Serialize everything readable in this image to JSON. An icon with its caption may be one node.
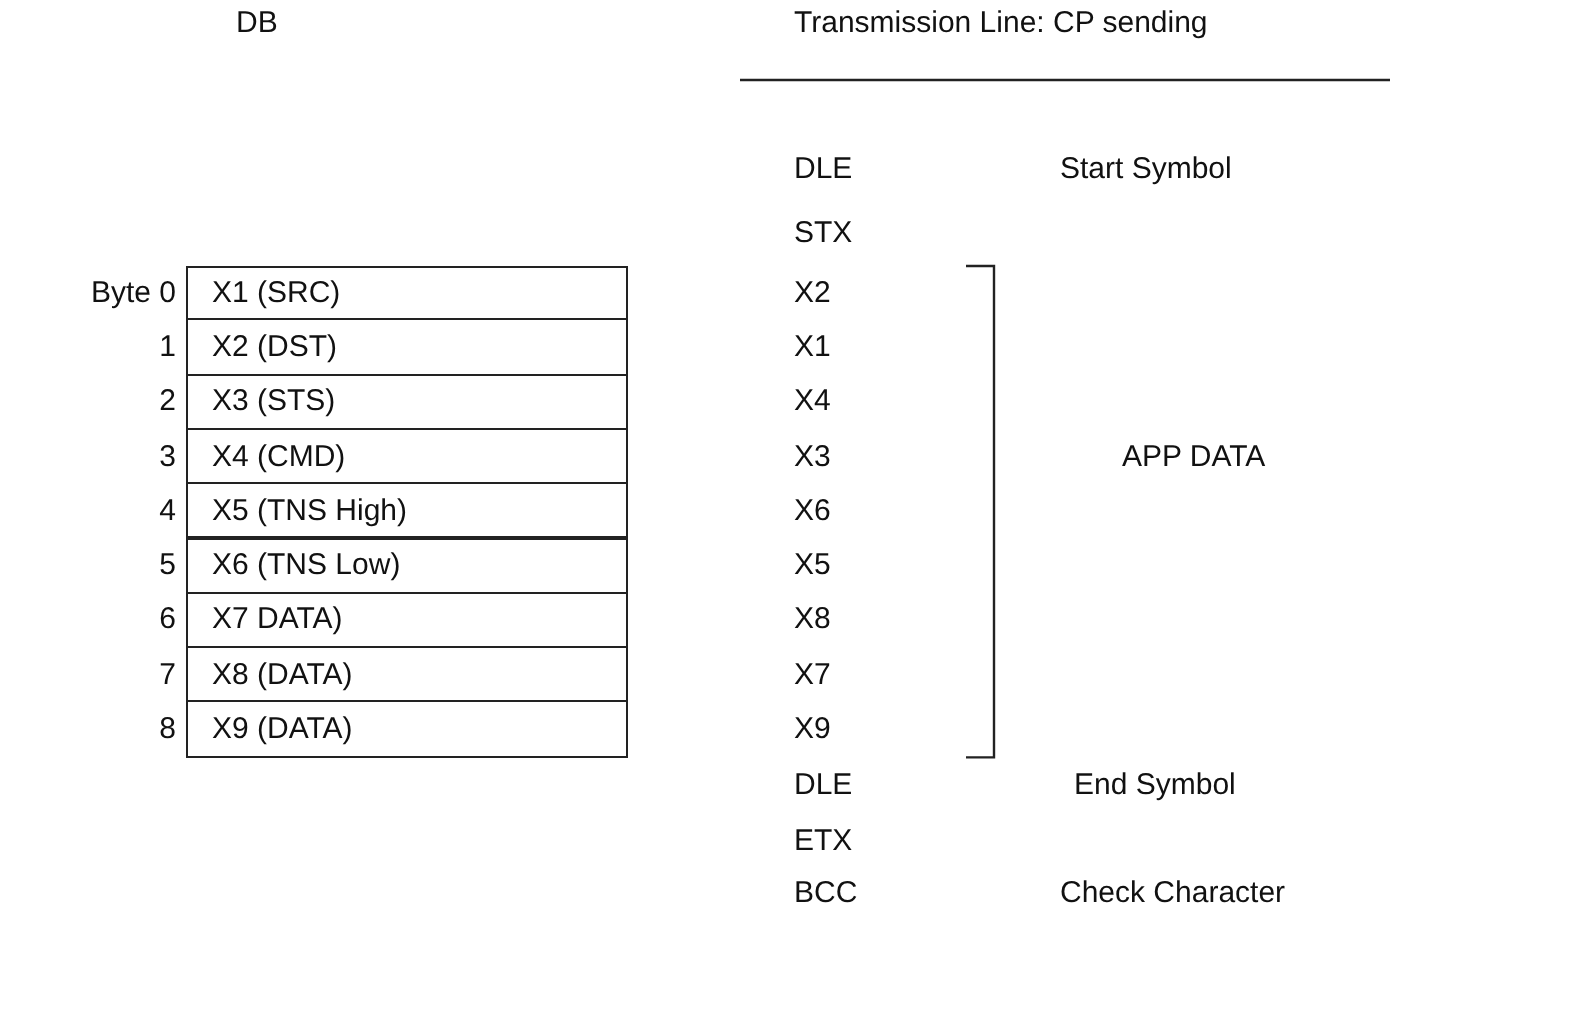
{
  "diagram": {
    "labels": [
      "DB",
      "Transmission Line: CP sending",
      "DLE",
      "Start Symbol",
      "STX",
      "Byte 0",
      "X1 (SRC)",
      "X2",
      "1",
      "X2 (DST)",
      "X1",
      "2",
      "X3 (STS)",
      "X4",
      "3",
      "X4 (CMD)",
      "X3",
      "APP DATA",
      "4",
      "X5 (TNS High)",
      "X6",
      "5",
      "X6 (TNS Low)",
      "X5",
      "6",
      "X7 DATA)",
      "X8",
      "7",
      "X8 (DATA)",
      "X7",
      "8",
      "X9 (DATA)",
      "X9",
      "DLE",
      "End Symbol",
      "ETX",
      "BCC",
      "Check Character"
    ]
  }
}
